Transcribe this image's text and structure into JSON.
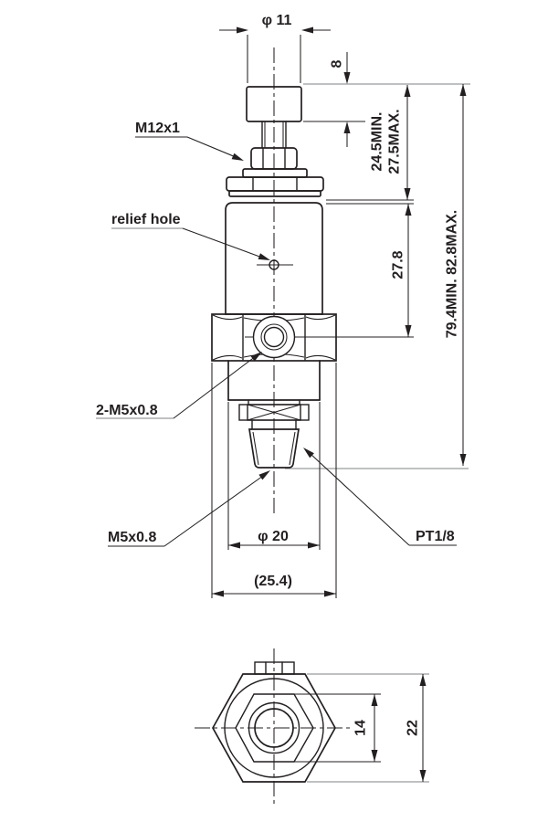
{
  "drawing": {
    "front_view": {
      "labels": {
        "knob_diameter": "φ 11",
        "knob_height": "8",
        "adjust_thread": "M12x1",
        "relief_hole": "relief hole",
        "top_height_min": "24.5MIN.",
        "top_height_max": "27.5MAX.",
        "body_height": "27.8",
        "overall_height": "79.4MIN. 82.8MAX.",
        "side_ports": "2-M5x0.8",
        "bottom_port_thread": "M5x0.8",
        "body_diameter": "φ 20",
        "overall_width": "(25.4)",
        "bottom_fitting_thread": "PT1/8"
      }
    },
    "bottom_view": {
      "labels": {
        "inner_hex_width": "14",
        "outer_hex_height": "22"
      }
    },
    "colors": {
      "line": "#231f20",
      "aux_line": "#aaacae",
      "background": "#ffffff"
    }
  }
}
